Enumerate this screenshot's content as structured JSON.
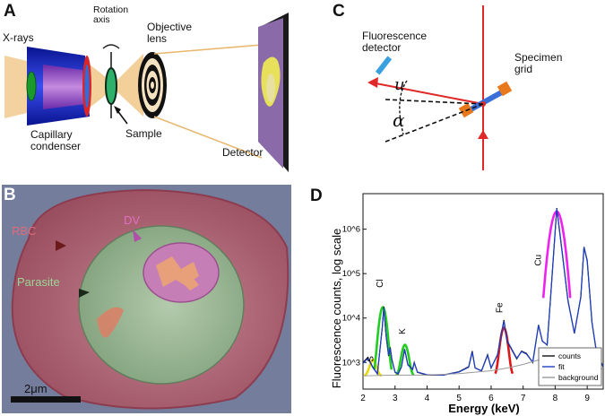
{
  "panels": {
    "a": {
      "letter": "A",
      "xrays": "X-rays",
      "rotation_axis": "Rotation axis",
      "objective_lens": "Objective lens",
      "capillary_condenser": "Capillary condenser",
      "sample": "Sample",
      "detector": "Detector"
    },
    "b": {
      "letter": "B",
      "rbc": "RBC",
      "dv": "DV",
      "parasite": "Parasite",
      "scale_bar": "2μm"
    },
    "c": {
      "letter": "C",
      "fluorescence_detector": "Fluorescence detector",
      "specimen_grid": "Specimen grid",
      "u": "u",
      "alpha": "α"
    },
    "d": {
      "letter": "D",
      "peaks": {
        "s": "S",
        "cl": "Cl",
        "k": "K",
        "fe": "Fe",
        "cu": "Cu"
      },
      "legend": [
        "counts",
        "fit",
        "background"
      ]
    }
  },
  "colors": {
    "condenser_blue": "#1f2fd0",
    "condenser_red": "#d8272b",
    "beam_tan": "#f2ca8f",
    "rbc_red": "#b86a78",
    "parasite_green": "#8fb58f",
    "dv_pink": "#e07ec8",
    "bg_slate": "#757d9d",
    "counts_black": "#111111",
    "fit_blue": "#1f3fc8",
    "s_yellow": "#e8d80a",
    "cl_k_green": "#22cc22",
    "fe_red": "#e01515",
    "cu_magenta": "#ee22ee"
  },
  "chart_data": {
    "type": "line",
    "title": "",
    "xlabel": "Energy (keV)",
    "ylabel": "Fluorescence counts, log scale",
    "xlim": [
      2,
      9.5
    ],
    "ylim_log10": [
      2.4,
      6.8
    ],
    "x_ticks": [
      2,
      3,
      4,
      5,
      6,
      7,
      8,
      9
    ],
    "y_ticks": [
      "10^3",
      "10^4",
      "10^5",
      "10^6"
    ],
    "y_tick_values": [
      1000,
      10000,
      100000,
      1000000
    ],
    "legend_position": "bottom-right",
    "series": [
      {
        "name": "counts",
        "color": "#111111",
        "points": [
          [
            2.0,
            1000
          ],
          [
            2.15,
            1300
          ],
          [
            2.3,
            800
          ],
          [
            2.45,
            550
          ],
          [
            2.6,
            6000
          ],
          [
            2.65,
            18000
          ],
          [
            2.72,
            4000
          ],
          [
            2.8,
            1400
          ],
          [
            2.85,
            2200
          ],
          [
            2.9,
            1200
          ],
          [
            3.0,
            600
          ],
          [
            3.1,
            550
          ],
          [
            3.2,
            800
          ],
          [
            3.3,
            2000
          ],
          [
            3.4,
            900
          ],
          [
            3.55,
            700
          ],
          [
            3.6,
            1000
          ],
          [
            3.7,
            600
          ],
          [
            4.0,
            520
          ],
          [
            4.5,
            520
          ],
          [
            5.0,
            620
          ],
          [
            5.3,
            800
          ],
          [
            5.41,
            1800
          ],
          [
            5.5,
            750
          ],
          [
            5.7,
            650
          ],
          [
            5.89,
            1500
          ],
          [
            6.0,
            750
          ],
          [
            6.2,
            1500
          ],
          [
            6.4,
            9000
          ],
          [
            6.5,
            3000
          ],
          [
            6.8,
            1200
          ],
          [
            6.95,
            1800
          ],
          [
            7.1,
            1600
          ],
          [
            7.3,
            1000
          ],
          [
            7.48,
            7000
          ],
          [
            7.6,
            3000
          ],
          [
            7.75,
            2500
          ],
          [
            7.85,
            25000
          ],
          [
            8.05,
            3000000
          ],
          [
            8.2,
            400000
          ],
          [
            8.4,
            25000
          ],
          [
            8.6,
            4500
          ],
          [
            8.8,
            30000
          ],
          [
            8.9,
            400000
          ],
          [
            9.0,
            200000
          ],
          [
            9.15,
            8000
          ],
          [
            9.3,
            1500
          ],
          [
            9.5,
            800
          ]
        ]
      },
      {
        "name": "fit",
        "color": "#1f3fc8",
        "points": [
          [
            2.0,
            950
          ],
          [
            2.15,
            1250
          ],
          [
            2.3,
            780
          ],
          [
            2.45,
            560
          ],
          [
            2.6,
            5800
          ],
          [
            2.65,
            17000
          ],
          [
            2.72,
            4200
          ],
          [
            2.8,
            1450
          ],
          [
            2.85,
            2100
          ],
          [
            2.9,
            1150
          ],
          [
            3.0,
            610
          ],
          [
            3.1,
            560
          ],
          [
            3.2,
            790
          ],
          [
            3.3,
            1950
          ],
          [
            3.4,
            880
          ],
          [
            3.55,
            690
          ],
          [
            3.6,
            980
          ],
          [
            3.7,
            610
          ],
          [
            4.0,
            530
          ],
          [
            4.5,
            520
          ],
          [
            5.0,
            610
          ],
          [
            5.3,
            780
          ],
          [
            5.41,
            1700
          ],
          [
            5.5,
            760
          ],
          [
            5.7,
            640
          ],
          [
            5.89,
            1450
          ],
          [
            6.0,
            760
          ],
          [
            6.2,
            1480
          ],
          [
            6.4,
            8500
          ],
          [
            6.5,
            3100
          ],
          [
            6.8,
            1250
          ],
          [
            6.95,
            1750
          ],
          [
            7.1,
            1550
          ],
          [
            7.3,
            1020
          ],
          [
            7.48,
            6800
          ],
          [
            7.6,
            3050
          ],
          [
            7.75,
            2450
          ],
          [
            7.85,
            24000
          ],
          [
            8.05,
            2900000
          ],
          [
            8.2,
            380000
          ],
          [
            8.4,
            24000
          ],
          [
            8.6,
            4600
          ],
          [
            8.8,
            29000
          ],
          [
            8.9,
            390000
          ],
          [
            9.0,
            190000
          ],
          [
            9.15,
            7800
          ],
          [
            9.3,
            1550
          ],
          [
            9.5,
            820
          ]
        ]
      },
      {
        "name": "background",
        "color": "#999999",
        "points": [
          [
            2.0,
            500
          ],
          [
            3.0,
            520
          ],
          [
            4.0,
            520
          ],
          [
            5.0,
            560
          ],
          [
            6.0,
            650
          ],
          [
            6.5,
            750
          ],
          [
            7.0,
            900
          ],
          [
            7.5,
            1150
          ],
          [
            8.0,
            1300
          ],
          [
            8.5,
            1200
          ],
          [
            9.0,
            900
          ],
          [
            9.5,
            700
          ]
        ]
      }
    ],
    "element_peaks": [
      {
        "name": "S",
        "color": "#e8d80a",
        "center": 2.31,
        "height": 650
      },
      {
        "name": "Cl",
        "color": "#22cc22",
        "center": 2.62,
        "height": 17000
      },
      {
        "name": "K",
        "color": "#22cc22",
        "center": 3.31,
        "height": 2000
      },
      {
        "name": "Fe",
        "color": "#e01515",
        "center": 6.4,
        "height": 5500
      },
      {
        "name": "Cu",
        "color": "#ee22ee",
        "center": 8.05,
        "height": 2500000
      }
    ]
  }
}
